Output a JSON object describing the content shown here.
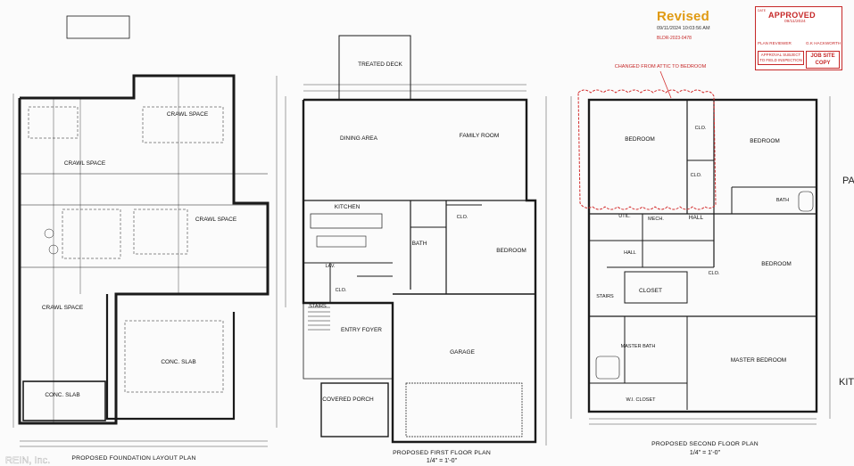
{
  "stamp": {
    "revised": "Revised",
    "revised_datetime": "09/11/2024 10:03:56 AM",
    "permit_no": "BLDR-2023-0478",
    "approved": "APPROVED",
    "approved_date": "09/11/2024",
    "reviewer_label": "PLAN REVIEWER",
    "reviewer_name": "G.K HACKWORTH",
    "subject": "APPROVAL SUBJECT TO FIELD INSPECTION",
    "jobsite": "JOB SITE COPY",
    "corner": "DATE"
  },
  "revision_note": "CHANGED FROM ATTIC TO BEDROOM",
  "foundation_plan": {
    "title": "PROPOSED FOUNDATION LAYOUT PLAN",
    "rooms": [
      "CRAWL SPACE",
      "CRAWL SPACE",
      "CRAWL SPACE",
      "CRAWL SPACE",
      "CONC. SLAB",
      "CONC. SLAB"
    ]
  },
  "first_floor_plan": {
    "title": "PROPOSED FIRST FLOOR PLAN",
    "scale": "1/4\" = 1'-0\"",
    "rooms": [
      "TREATED DECK",
      "FAMILY ROOM",
      "DINING AREA",
      "KITCHEN",
      "BATH",
      "CLO.",
      "BEDROOM",
      "LAV.",
      "CLO.",
      "STAIRS",
      "ENTRY FOYER",
      "COVERED PORCH",
      "GARAGE"
    ]
  },
  "second_floor_plan": {
    "title": "PROPOSED SECOND FLOOR PLAN",
    "scale": "1/4\" = 1'-0\"",
    "rooms": [
      "BEDROOM",
      "BEDROOM",
      "CLO.",
      "CLO.",
      "BATH",
      "UTIL.",
      "MECH.",
      "HALL",
      "HALL",
      "CLOSET",
      "STAIRS",
      "BEDROOM",
      "CLO.",
      "MASTER BATH",
      "MASTER BEDROOM",
      "W.I. CLOSET"
    ]
  },
  "edge_labels": [
    "PA",
    "KIT"
  ],
  "watermark": "REIN, Inc."
}
